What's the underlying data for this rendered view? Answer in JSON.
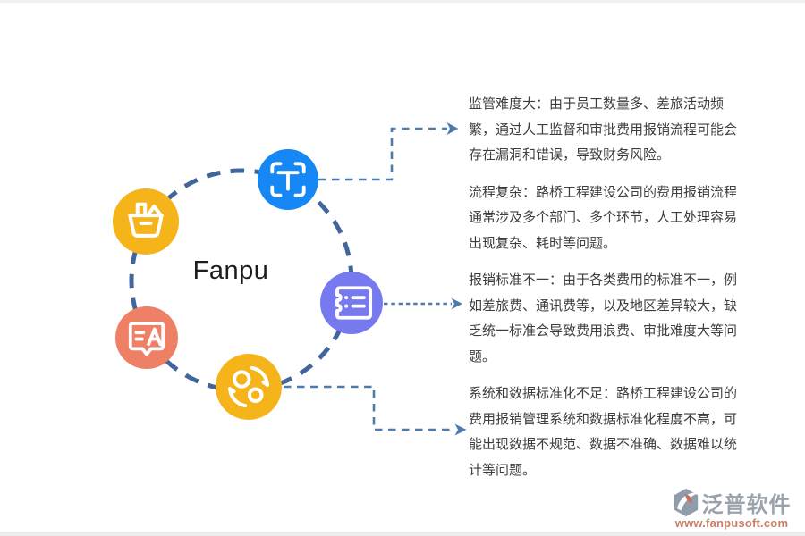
{
  "brand": {
    "label": "Fanpu"
  },
  "diagram": {
    "ring_color": "#41669c",
    "connector_color": "#4d7bae",
    "nodes": [
      {
        "name": "text-scan-icon",
        "color": "#1688f5"
      },
      {
        "name": "basket-icon",
        "color": "#f6b41b"
      },
      {
        "name": "ticket-list-icon",
        "color": "#7779ee"
      },
      {
        "name": "translate-chat-icon",
        "color": "#ee8165"
      },
      {
        "name": "sync-icon",
        "color": "#f6b41b"
      }
    ]
  },
  "issues": [
    {
      "text": "监管难度大：由于员工数量多、差旅活动频繁，通过人工监督和审批费用报销流程可能会存在漏洞和错误，导致财务风险。"
    },
    {
      "text": "流程复杂：路桥工程建设公司的费用报销流程通常涉及多个部门、多个环节，人工处理容易出现复杂、耗时等问题。"
    },
    {
      "text": "报销标准不一：由于各类费用的标准不一，例如差旅费、通讯费等，以及地区差异较大，缺乏统一标准会导致费用浪费、审批难度大等问题。"
    },
    {
      "text": "系统和数据标准化不足：路桥工程建设公司的费用报销管理系统和数据标准化程度不高，可能出现数据不规范、数据不准确、数据难以统计等问题。"
    }
  ],
  "watermark": {
    "name": "泛普软件",
    "url": "www.fanpusoft.com",
    "gray": "#8e9cab",
    "orange": "#c7705a"
  }
}
